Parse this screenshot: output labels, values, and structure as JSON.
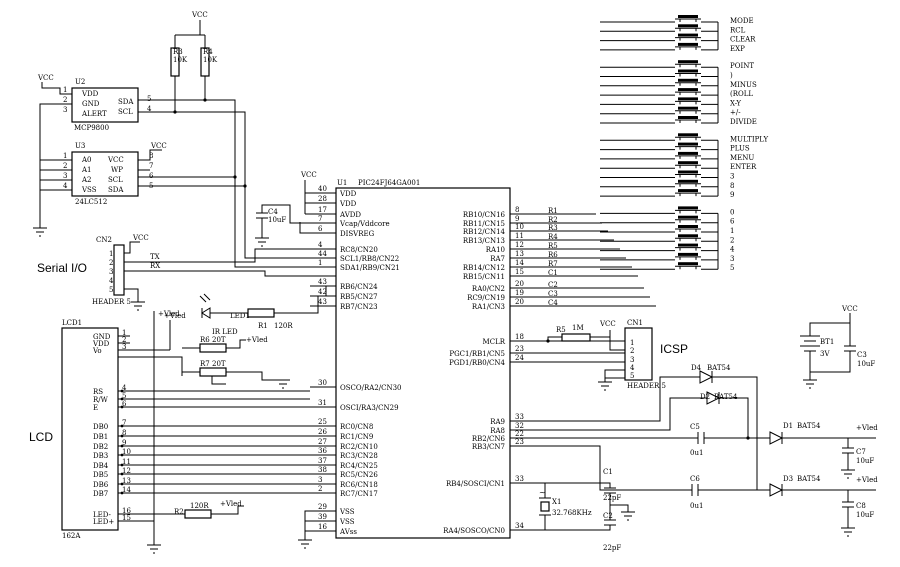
{
  "labels": {
    "serial_io": "Serial I/O",
    "icsp": "ICSP",
    "lcd": "LCD",
    "vcc": "VCC",
    "vled": "+Vled",
    "tx": "TX",
    "rx": "RX"
  },
  "u1": {
    "ref": "U1",
    "part": "PIC24FJ64GA001",
    "left_pins": [
      {
        "num": "40",
        "name": "VDD"
      },
      {
        "num": "28",
        "name": "VDD"
      },
      {
        "num": "17",
        "name": "AVDD"
      },
      {
        "num": "7",
        "name": "Vcap/Vddcore"
      },
      {
        "num": "6",
        "name": "DISVREG"
      },
      {
        "num": "4",
        "name": "RC8/CN20"
      },
      {
        "num": "44",
        "name": "SCL1/RB8/CN22"
      },
      {
        "num": "1",
        "name": "SDA1/RB9/CN21"
      },
      {
        "num": "43",
        "name": "RB6/CN24"
      },
      {
        "num": "42",
        "name": "RB5/CN27"
      },
      {
        "num": "43",
        "name": "RB7/CN23"
      },
      {
        "num": "30",
        "name": "OSCO/RA2/CN30"
      },
      {
        "num": "31",
        "name": "OSCI/RA3/CN29"
      },
      {
        "num": "25",
        "name": "RC0/CN8"
      },
      {
        "num": "26",
        "name": "RC1/CN9"
      },
      {
        "num": "27",
        "name": "RC2/CN10"
      },
      {
        "num": "36",
        "name": "RC3/CN28"
      },
      {
        "num": "37",
        "name": "RC4/CN25"
      },
      {
        "num": "38",
        "name": "RC5/CN26"
      },
      {
        "num": "3",
        "name": "RC6/CN18"
      },
      {
        "num": "2",
        "name": "RC7/CN17"
      },
      {
        "num": "29",
        "name": "VSS"
      },
      {
        "num": "39",
        "name": "VSS"
      },
      {
        "num": "16",
        "name": "AVss"
      }
    ],
    "right_pins": [
      {
        "num": "8",
        "name": "RB10/CN16"
      },
      {
        "num": "9",
        "name": "RB11/CN15"
      },
      {
        "num": "10",
        "name": "RB12/CN14"
      },
      {
        "num": "11",
        "name": "RB13/CN13"
      },
      {
        "num": "12",
        "name": "RA10"
      },
      {
        "num": "13",
        "name": "RA7"
      },
      {
        "num": "14",
        "name": "RB14/CN12"
      },
      {
        "num": "15",
        "name": "RB15/CN11"
      },
      {
        "num": "20",
        "name": "RA0/CN2"
      },
      {
        "num": "19",
        "name": "RC9/CN19"
      },
      {
        "num": "20",
        "name": "RA1/CN3"
      },
      {
        "num": "18",
        "name": "MCLR"
      },
      {
        "num": "23",
        "name": "PGC1/RB1/CN5"
      },
      {
        "num": "24",
        "name": "PGD1/RB0/CN4"
      },
      {
        "num": "33",
        "name": "RA9"
      },
      {
        "num": "32",
        "name": "RA8"
      },
      {
        "num": "22",
        "name": "RB2/CN6"
      },
      {
        "num": "23",
        "name": "RB3/CN7"
      },
      {
        "num": "33",
        "name": "RB4/SOSCI/CN1"
      },
      {
        "num": "34",
        "name": "RA4/SOSCO/CN0"
      }
    ],
    "row_nets": [
      {
        "ref": "R1"
      },
      {
        "ref": "R2"
      },
      {
        "ref": "R3"
      },
      {
        "ref": "R4"
      },
      {
        "ref": "R5"
      },
      {
        "ref": "R6"
      },
      {
        "ref": "R7"
      },
      {
        "ref": "C1"
      },
      {
        "ref": "C2"
      },
      {
        "ref": "C3"
      },
      {
        "ref": "C4"
      }
    ]
  },
  "u2": {
    "ref": "U2",
    "part": "MCP9800",
    "left": [
      "VDD",
      "GND",
      "ALERT"
    ],
    "left_nums": [
      "1",
      "2",
      "3"
    ],
    "right": [
      "SDA",
      "SCL"
    ],
    "right_nums": [
      "5",
      "4"
    ]
  },
  "u3": {
    "ref": "U3",
    "part": "24LC512",
    "left": [
      "A0",
      "A1",
      "A2",
      "VSS"
    ],
    "left_nums": [
      "1",
      "2",
      "3",
      "4"
    ],
    "right": [
      "VCC",
      "WP",
      "SCL",
      "SDA"
    ],
    "right_nums": [
      "8",
      "7",
      "6",
      "5"
    ]
  },
  "pullups": [
    {
      "ref": "R3",
      "value": "10K"
    },
    {
      "ref": "R4",
      "value": "10K"
    }
  ],
  "c4": {
    "ref": "C4",
    "value": "10uF"
  },
  "cn2": {
    "ref": "CN2",
    "name": "HEADER 5",
    "pins": [
      "1",
      "2",
      "3",
      "4",
      "5"
    ]
  },
  "cn1": {
    "ref": "CN1",
    "name": "HEADER 5",
    "pins": [
      "1",
      "2",
      "3",
      "4",
      "5"
    ]
  },
  "led": {
    "ref": "LED1",
    "name": "IR LED",
    "res": "R1",
    "res_value": "120R"
  },
  "lcd1": {
    "ref": "LCD1",
    "part": "162A",
    "pins": [
      {
        "name": "GND",
        "num": "1"
      },
      {
        "name": "VDD",
        "num": "2"
      },
      {
        "name": "Vo",
        "num": "3"
      },
      {
        "name": "RS",
        "num": "4"
      },
      {
        "name": "R/W",
        "num": "5"
      },
      {
        "name": "E",
        "num": "6"
      },
      {
        "name": "DB0",
        "num": "7"
      },
      {
        "name": "DB1",
        "num": "8"
      },
      {
        "name": "DB2",
        "num": "9"
      },
      {
        "name": "DB3",
        "num": "10"
      },
      {
        "name": "DB4",
        "num": "11"
      },
      {
        "name": "DB5",
        "num": "12"
      },
      {
        "name": "DB6",
        "num": "13"
      },
      {
        "name": "DB7",
        "num": "14"
      },
      {
        "name": "LED-",
        "num": "16"
      },
      {
        "name": "LED+",
        "num": "15"
      }
    ]
  },
  "pots": [
    {
      "ref": "R6",
      "value": "20T"
    },
    {
      "ref": "R7",
      "value": "20T"
    }
  ],
  "r2": {
    "ref": "R2",
    "value": "120R"
  },
  "r5": {
    "ref": "R5",
    "value": "1M"
  },
  "bt1": {
    "ref": "BT1",
    "value": "3V"
  },
  "c3": {
    "ref": "C3",
    "value": "10uF"
  },
  "diodes": [
    {
      "ref": "D4",
      "part": "BAT54"
    },
    {
      "ref": "D2",
      "part": "BAT54"
    },
    {
      "ref": "D1",
      "part": "BAT54"
    },
    {
      "ref": "D3",
      "part": "BAT54"
    }
  ],
  "pump_caps": [
    {
      "ref": "C5",
      "value": "0u1"
    },
    {
      "ref": "C6",
      "value": "0u1"
    }
  ],
  "c7": {
    "ref": "C7",
    "value": "10uF"
  },
  "c8": {
    "ref": "C8",
    "value": "10uF"
  },
  "crystal": {
    "ref": "X1",
    "value": "32.768KHz"
  },
  "xcaps": [
    {
      "ref": "C1",
      "value": "22pF"
    },
    {
      "ref": "C2",
      "value": "22pF"
    }
  ],
  "keypad": {
    "cols": [
      {
        "keys": [
          "MODE",
          "RCL",
          "CLEAR",
          "EXP"
        ]
      },
      {
        "keys": [
          "POINT",
          ")",
          "MINUS",
          "(ROLL",
          "X-Y",
          "+/-",
          "DIVIDE"
        ]
      },
      {
        "keys": [
          "MULTIPLY",
          "PLUS",
          "MENU",
          "ENTER",
          "3",
          "8",
          "9"
        ]
      },
      {
        "keys": [
          "0",
          "6",
          "1",
          "2",
          "4",
          "3",
          "5"
        ]
      }
    ]
  }
}
